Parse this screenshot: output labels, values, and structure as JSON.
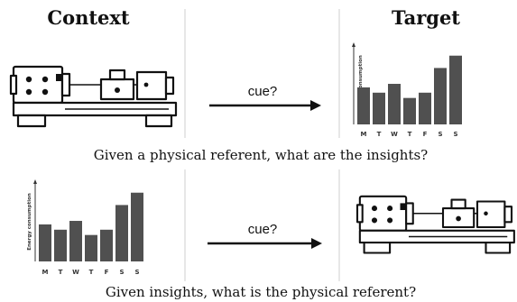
{
  "headers": {
    "context": "Context",
    "target": "Target"
  },
  "rows": [
    {
      "cue": "cue?",
      "caption": "Given a physical referent, what are the insights?"
    },
    {
      "cue": "cue?",
      "caption": "Given insights, what is the physical referent?"
    }
  ],
  "icons": {
    "machine": "lathe-machine-icon",
    "arrow": "right-arrow-icon"
  },
  "colors": {
    "bar": "#505050",
    "text": "#111111",
    "divider": "#cfcfcf"
  },
  "chart_data": [
    {
      "type": "bar",
      "categories": [
        "M",
        "T",
        "W",
        "T",
        "F",
        "S",
        "S"
      ],
      "values": [
        42,
        36,
        46,
        30,
        36,
        64,
        78
      ],
      "ylabel": "Energy consumption",
      "ylim": [
        0,
        90
      ]
    },
    {
      "type": "bar",
      "categories": [
        "M",
        "T",
        "W",
        "T",
        "F",
        "S",
        "S"
      ],
      "values": [
        42,
        36,
        46,
        30,
        36,
        64,
        78
      ],
      "ylabel": "Energy consumption",
      "ylim": [
        0,
        90
      ]
    }
  ]
}
